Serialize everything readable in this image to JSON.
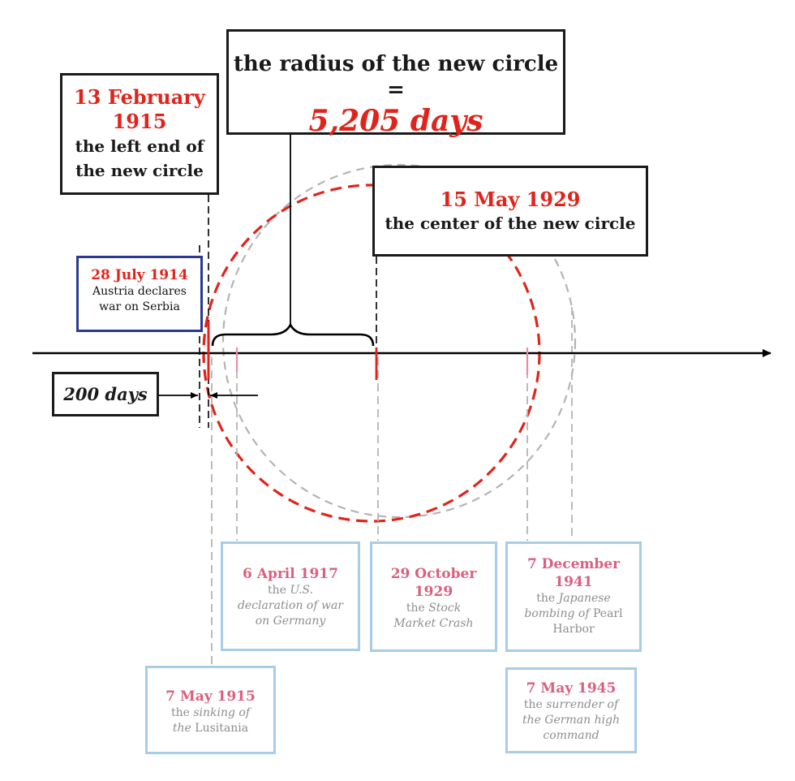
{
  "colors": {
    "red": "#e0241b",
    "black": "#1a1a1a",
    "gray_dash": "#b4b4b4",
    "pink": "#d9607e",
    "light_blue_border": "#a9cde6",
    "navy_border": "#2b3a8f",
    "gray_text": "#8d8d8d"
  },
  "radius_box": {
    "line1": "the radius of the new circle =",
    "line2": "5,205 days"
  },
  "left_end_box": {
    "date_line1": "13 February",
    "date_line2": "1915",
    "line3": "the left end of",
    "line4": "the new circle"
  },
  "center_box": {
    "date": "15 May 1929",
    "caption": "the center of the new circle"
  },
  "start_box": {
    "date": "28 July 1914",
    "line1": "Austria declares",
    "line2": "war on Serbia"
  },
  "offset_box": {
    "label": "200 days"
  },
  "events": {
    "lusitania": {
      "date": "7 May 1915",
      "line1_plain": "the ",
      "line1_italic": "sinking of",
      "line2_italic": "the ",
      "line2_plain": "Lusitania"
    },
    "us_war": {
      "date": "6 April 1917",
      "line1_plain": "the ",
      "line1_italic": "U.S.",
      "line2_italic": "declaration of war",
      "line3_italic": "on Germany"
    },
    "crash": {
      "date_line1": "29 October",
      "date_line2": "1929",
      "line1_plain": "the ",
      "line1_italic": "Stock",
      "line2_italic": "Market Crash"
    },
    "pearl_harbor": {
      "date_line1": "7 December",
      "date_line2": "1941",
      "line1_plain": "the ",
      "line1_italic": "Japanese",
      "line2_italic": "bombing of ",
      "line2_plain": "Pearl",
      "line3_plain": "Harbor"
    },
    "surrender": {
      "date": "7 May 1945",
      "line1_plain": "the ",
      "line1_italic": "surrender of",
      "line2_italic": "the German high",
      "line3_italic": "command"
    }
  }
}
